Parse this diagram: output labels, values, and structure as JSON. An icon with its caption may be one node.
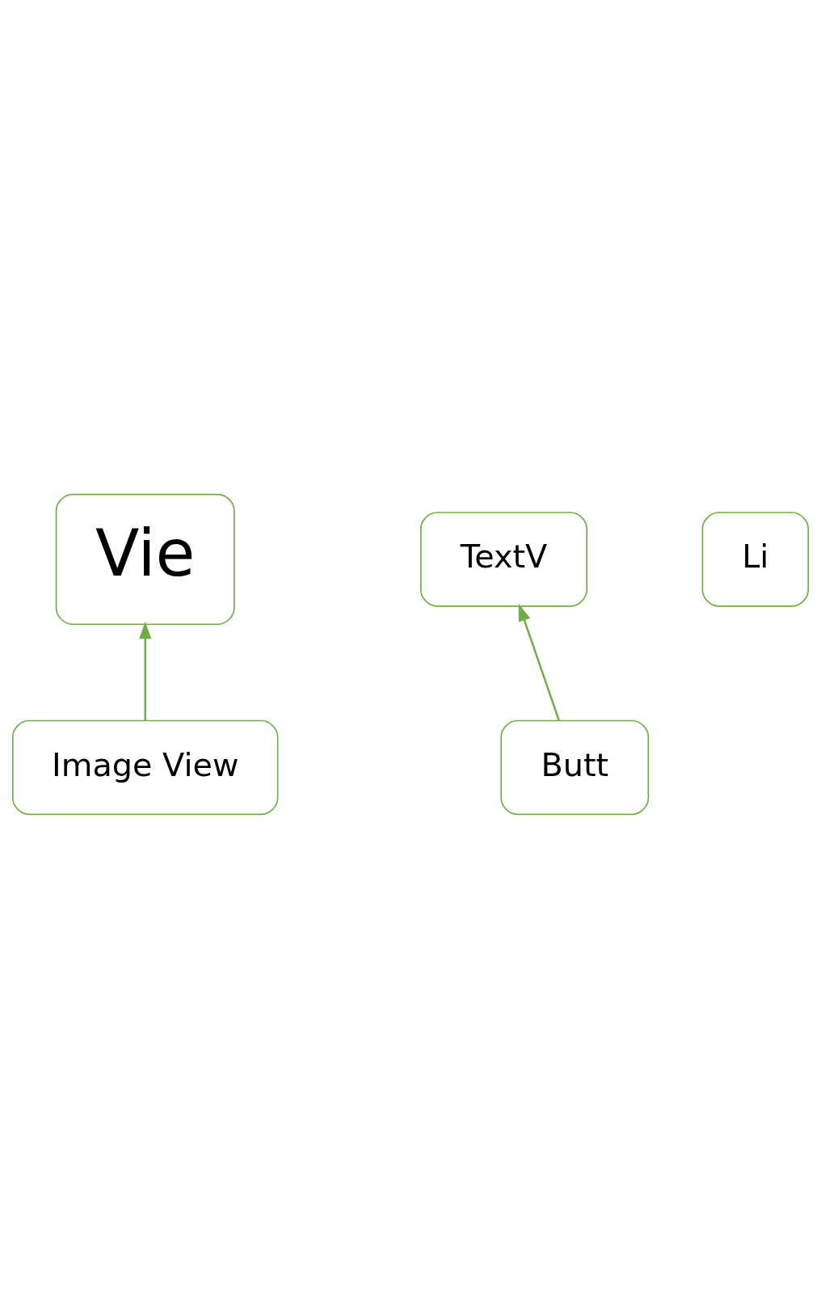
{
  "diagram": {
    "nodes": [
      {
        "text": [
          "Vie"
        ]
      },
      {
        "text": [
          "Image View"
        ]
      },
      {
        "text": [
          "TextV"
        ]
      },
      {
        "text": [
          "Butt"
        ]
      },
      {
        "text": [
          "Li"
        ]
      }
    ],
    "edges": [
      {
        "from": 1,
        "to": 0,
        "arrow": "to"
      },
      {
        "from": 3,
        "to": 2,
        "arrow": "to"
      }
    ]
  }
}
